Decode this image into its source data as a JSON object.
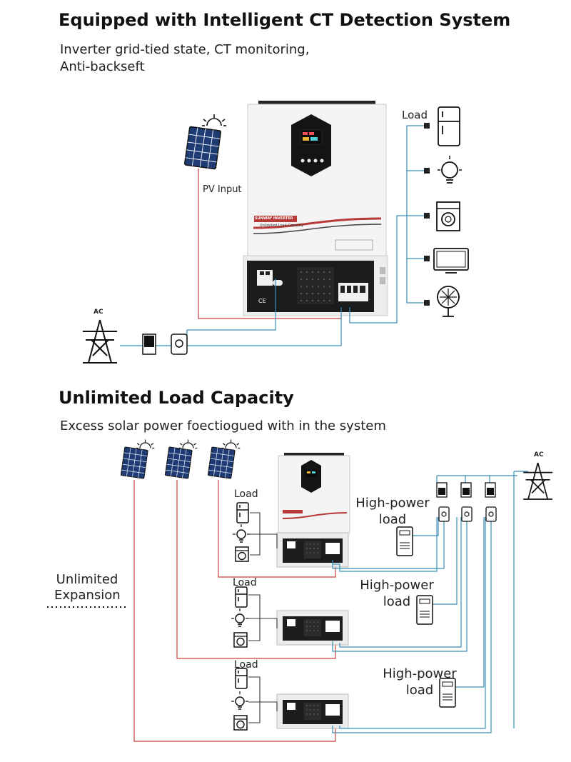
{
  "section1": {
    "title": "Equipped with Intelligent CT Detection System",
    "subtitle_line1": "Inverter grid-tied state, CT monitoring,",
    "subtitle_line2": "Anti-backseft",
    "pv_label": "PV Input",
    "load_label": "Load",
    "ac_label": "AC",
    "inverter_brand": "SUNWAY INVERTER",
    "inverter_caption": "Unlimited Load Capacity"
  },
  "section2": {
    "title": "Unlimited Load Capacity",
    "subtitle": "Excess solar power foectiogued with in the system",
    "expansion_line1": "Unlimited",
    "expansion_line2": "Expansion",
    "load_label_1": "Load",
    "load_label_2": "Load",
    "load_label_3": "Load",
    "hp_load_1_line1": "High-power",
    "hp_load_1_line2": "load",
    "hp_load_2_line1": "High-power",
    "hp_load_2_line2": "load",
    "hp_load_3_line1": "High-power",
    "hp_load_3_line2": "load",
    "ac_label": "AC"
  },
  "colors": {
    "red_wire": "#c8423c",
    "blue_wire": "#3a8fb7",
    "device_dark": "#1d1d1d",
    "panel_blue": "#1f3b73"
  }
}
